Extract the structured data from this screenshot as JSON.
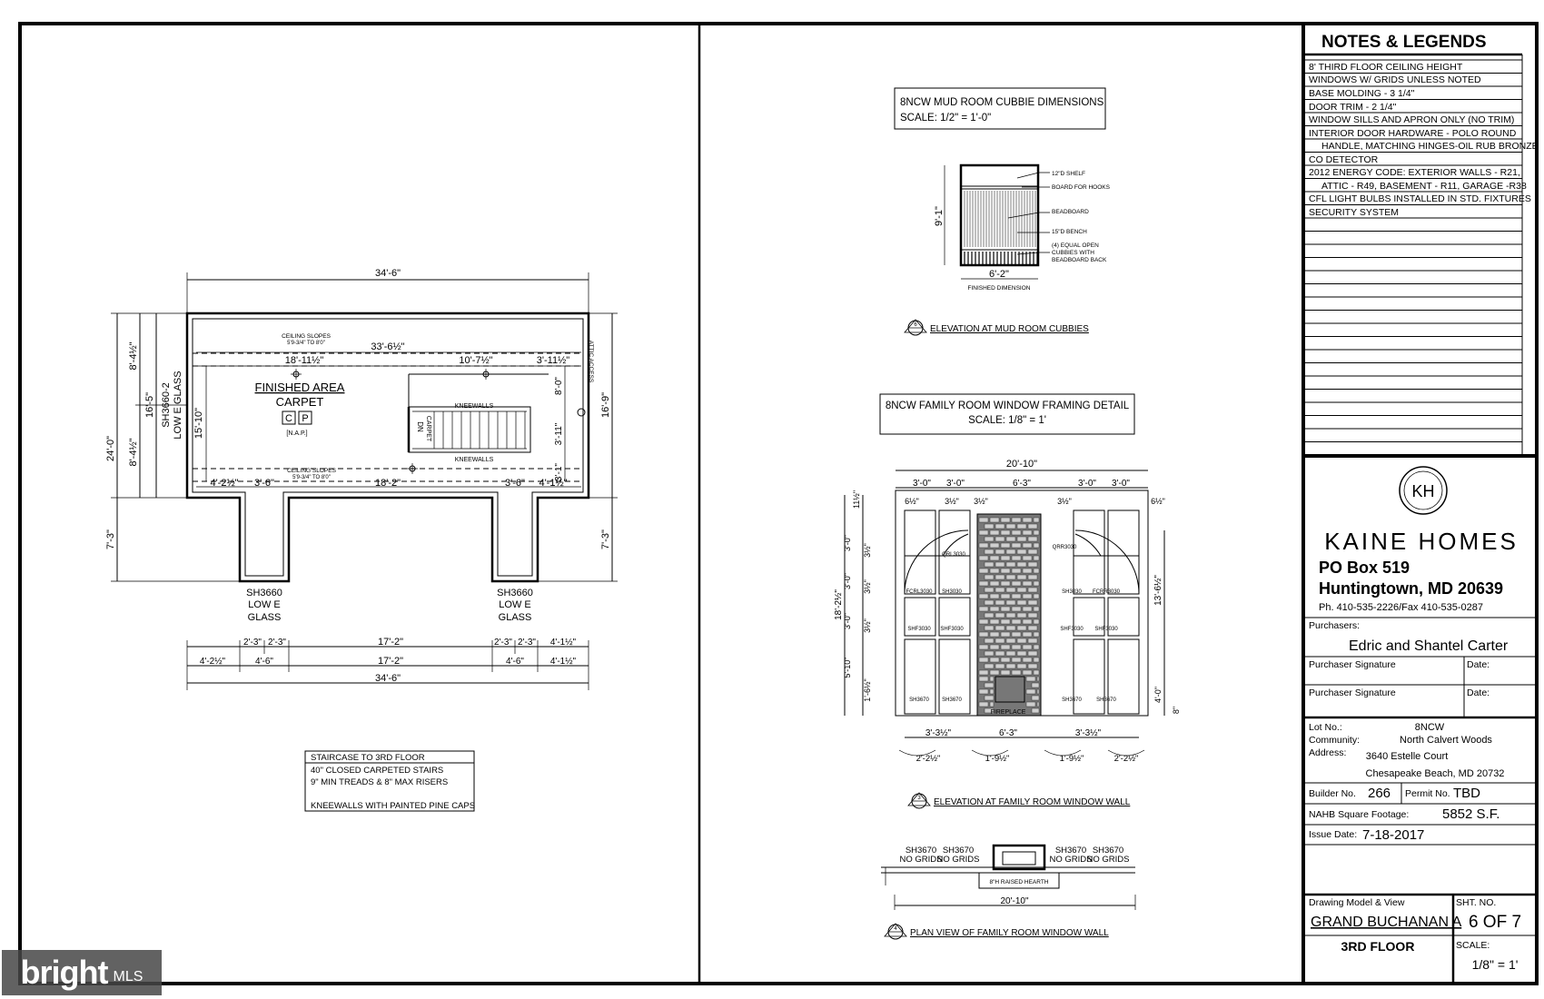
{
  "notes": {
    "title": "NOTES & LEGENDS",
    "items": [
      "8' THIRD FLOOR CEILING HEIGHT",
      "WINDOWS W/ GRIDS UNLESS NOTED",
      "BASE MOLDING - 3 1/4\"",
      "DOOR TRIM - 2 1/4\"",
      "WINDOW SILLS AND APRON ONLY (NO TRIM)",
      "INTERIOR DOOR HARDWARE - POLO ROUND",
      "HANDLE, MATCHING HINGES-OIL RUB BRONZE",
      "CO DETECTOR",
      "2012 ENERGY CODE: EXTERIOR WALLS - R21,",
      "ATTIC - R49, BASEMENT - R11, GARAGE -R38",
      "CFL LIGHT BULBS INSTALLED IN STD. FIXTURES",
      "SECURITY SYSTEM"
    ]
  },
  "company": {
    "logo_text": "KH",
    "name": "KAINE HOMES",
    "po_box": "PO Box 519",
    "city": "Huntingtown, MD 20639",
    "phone": "Ph. 410-535-2226/Fax 410-535-0287"
  },
  "title_block": {
    "purchasers_label": "Purchasers:",
    "purchasers": "Edric and Shantel Carter",
    "sig_label": "Purchaser Signature",
    "date_label": "Date:",
    "lot_label": "Lot No.:",
    "lot": "8NCW",
    "community_label": "Community:",
    "community": "North Calvert Woods",
    "address_label": "Address:",
    "address_1": "3640 Estelle Court",
    "address_2": "Chesapeake Beach, MD 20732",
    "builder_label": "Builder No.",
    "builder": "266",
    "permit_label": "Permit No.",
    "permit": "TBD",
    "nahb_label": "NAHB Square Footage:",
    "nahb": "5852 S.F.",
    "issue_label": "Issue Date:",
    "issue": "7-18-2017",
    "model_label": "Drawing Model & View",
    "model": "GRAND BUCHANAN A",
    "view": "3RD FLOOR",
    "sheet_label": "SHT. NO.",
    "sheet": "6 OF 7",
    "scale_label": "SCALE:",
    "scale": "1/8\" = 1'"
  },
  "floor_plan": {
    "top_dim": "34'-6\"",
    "ceiling_slopes_top": "CEILING SLOPES",
    "ceiling_slopes_top_sub": "5'9-3/4\" TO 8'0\"",
    "inner_dim": "33'-6½\"",
    "dim_a": "18'-11½\"",
    "dim_b": "10'-7½\"",
    "dim_c": "3'-11½\"",
    "attic": "ATTIC ACCESS",
    "finished_area": "FINISHED AREA",
    "carpet": "CARPET",
    "c": "C",
    "p": "P",
    "nap": "[N.A.P.]",
    "kneewalls": "KNEEWALLS",
    "kneewalls2": "KNEEWALLS",
    "dn": "DN",
    "carpet_stair": "CARPET",
    "ceiling_slopes_bot": "CEILING SLOPES",
    "ceiling_slopes_bot_sub": "5'9-3/4\" TO 8'0\"",
    "dim_15_10": "15'-10\"",
    "dim_16_5": "16'-5\"",
    "dim_16_9": "16'-9\"",
    "dim_8_0": "8'-0\"",
    "dim_3_11": "3'-11\"",
    "dim_3_1": "3'-1\"",
    "dim_8_4a": "8'-4½\"",
    "dim_8_4b": "8'-4½\"",
    "dim_24_0": "24'-0\"",
    "dim_7_3a": "7'-3\"",
    "dim_7_3b": "7'-3\"",
    "window_left": "SH3660-2",
    "window_left2": "LOW E GLASS",
    "b1": "4'-2½\"",
    "b2": "3'-6\"",
    "b3": "18'-2\"",
    "b4": "3'-6\"",
    "b5": "4'-1½\"",
    "sh_left_1": "SH3660",
    "sh_left_2": "LOW E",
    "sh_left_3": "GLASS",
    "sh_right_1": "SH3660",
    "sh_right_2": "LOW E",
    "sh_right_3": "GLASS",
    "d1": "2'-3\"",
    "d2": "2'-3\"",
    "d3": "17'-2\"",
    "d4": "2'-3\"",
    "d5": "2'-3\"",
    "d6": "4'-1½\"",
    "e1": "4'-2½\"",
    "e2": "4'-6\"",
    "e3": "17'-2\"",
    "e4": "4'-6\"",
    "e5": "4'-1½\"",
    "bottom_dim": "34'-6\""
  },
  "stair_note": {
    "l1": "STAIRCASE TO 3RD FLOOR",
    "l2": "40\" CLOSED CARPETED STAIRS",
    "l3": "9\" MIN TREADS & 8\" MAX RISERS",
    "l4": "KNEEWALLS WITH PAINTED PINE CAPS"
  },
  "mud_room": {
    "title": "8NCW MUD ROOM CUBBIE DIMENSIONS",
    "scale": "SCALE: 1/2\" = 1'-0\"",
    "height": "9'-1\"",
    "width": "6'-2\"",
    "finished": "FINISHED DIMENSION",
    "n1": "12\"D SHELF",
    "n2": "BOARD FOR HOOKS",
    "n3": "BEADBOARD",
    "n4": "15\"D BENCH",
    "n5": "(4) EQUAL OPEN",
    "n6": "CUBBIES WITH",
    "n7": "BEADBOARD BACK",
    "elev_num": "6",
    "elev_label": "ELEVATION AT MUD ROOM CUBBIES"
  },
  "family_room": {
    "title": "8NCW FAMILY ROOM WINDOW FRAMING DETAIL",
    "scale": "SCALE: 1/8\" = 1'",
    "overall": "20'-10\"",
    "top": [
      "3'-0\"",
      "3'-0\"",
      "6'-3\"",
      "3'-0\"",
      "3'-0\""
    ],
    "sub_top": [
      "6½\"",
      "3½\"",
      "3½\"",
      "3½\"",
      "6½\""
    ],
    "left_h": "18'-2½\"",
    "right_h": "13'-6½\"",
    "l_1": "11½\"",
    "l_2": "3'-0\"",
    "l_3": "3½\"",
    "l_4": "3'-0\"",
    "l_5": "3½\"",
    "l_6": "3'-0\"",
    "l_7": "3½\"",
    "l_8": "5'-10\"",
    "l_9": "1'-6½\"",
    "r_1": "4'-0\"",
    "r_2": "8\"",
    "qrl": "QRL3030",
    "qrr": "QRR3030",
    "fcrl": "FCRL3030",
    "fcrr": "FCRR3030",
    "sh3030": "SH3030",
    "shf3030": "SHF3030",
    "sh3670": "SH3670",
    "firebox": "FIREPLACE",
    "b_1": "3'-3½\"",
    "b_2": "6'-3\"",
    "b_3": "3'-3½\"",
    "c_1": "2'-2½\"",
    "c_2": "1'-9½\"",
    "c_3": "1'-9½\"",
    "c_4": "2'-2½\"",
    "elev_num": "3",
    "elev_label": "ELEVATION AT FAMILY ROOM WINDOW WALL"
  },
  "plan_view": {
    "w1": "SH3670",
    "w2": "SH3670",
    "w3": "NO GRIDS",
    "w4": "NO GRIDS",
    "w5": "SH3670",
    "w6": "SH3670",
    "w7": "NO GRIDS",
    "w8": "NO GRIDS",
    "hearth": "8\"H RAISED HEARTH",
    "dim": "20'-10\"",
    "num": "4",
    "label": "PLAN VIEW OF FAMILY ROOM WINDOW WALL"
  },
  "watermark": {
    "brand": "bright",
    "mls": "MLS"
  }
}
